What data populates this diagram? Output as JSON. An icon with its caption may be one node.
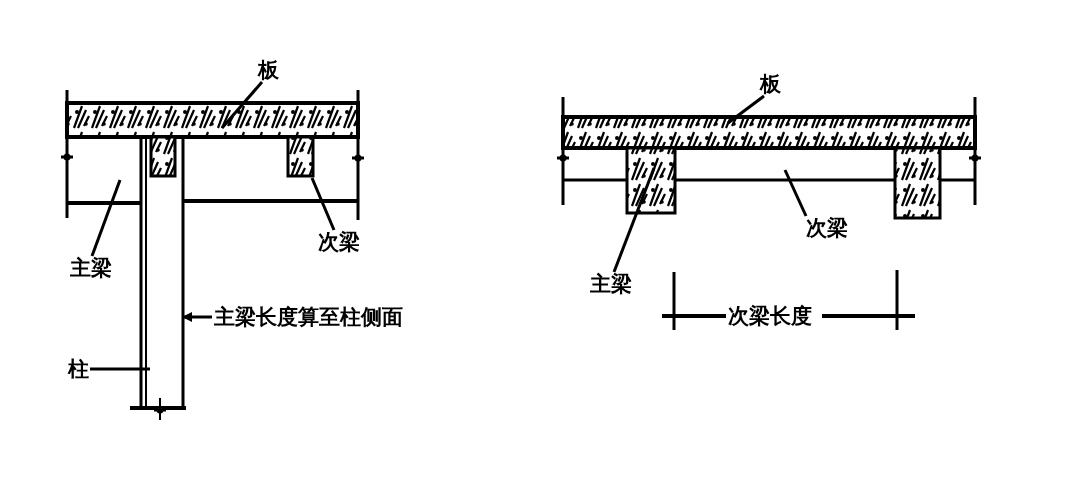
{
  "diagram": {
    "nodes": [
      {
        "text": [
          "板"
        ]
      },
      {
        "text": [
          "次梁"
        ]
      },
      {
        "text": [
          "主梁"
        ]
      },
      {
        "text": [
          "柱"
        ]
      },
      {
        "text": [
          "主梁长度算至柱侧面"
        ]
      },
      {
        "text": [
          "板"
        ]
      },
      {
        "text": [
          "次梁"
        ]
      },
      {
        "text": [
          "主梁"
        ]
      }
    ],
    "edges": [
      {
        "from": 0,
        "to": null,
        "arrow": "none"
      },
      {
        "from": 1,
        "to": null,
        "arrow": "none"
      },
      {
        "from": 2,
        "to": null,
        "arrow": "none"
      },
      {
        "from": 3,
        "to": null,
        "arrow": "none"
      },
      {
        "from": 4,
        "to": null,
        "arrow": "to"
      },
      {
        "from": 5,
        "to": null,
        "arrow": "none"
      },
      {
        "from": 6,
        "to": null,
        "arrow": "none"
      },
      {
        "from": 7,
        "to": null,
        "arrow": "none"
      }
    ],
    "labels": [
      "次梁长度"
    ]
  }
}
